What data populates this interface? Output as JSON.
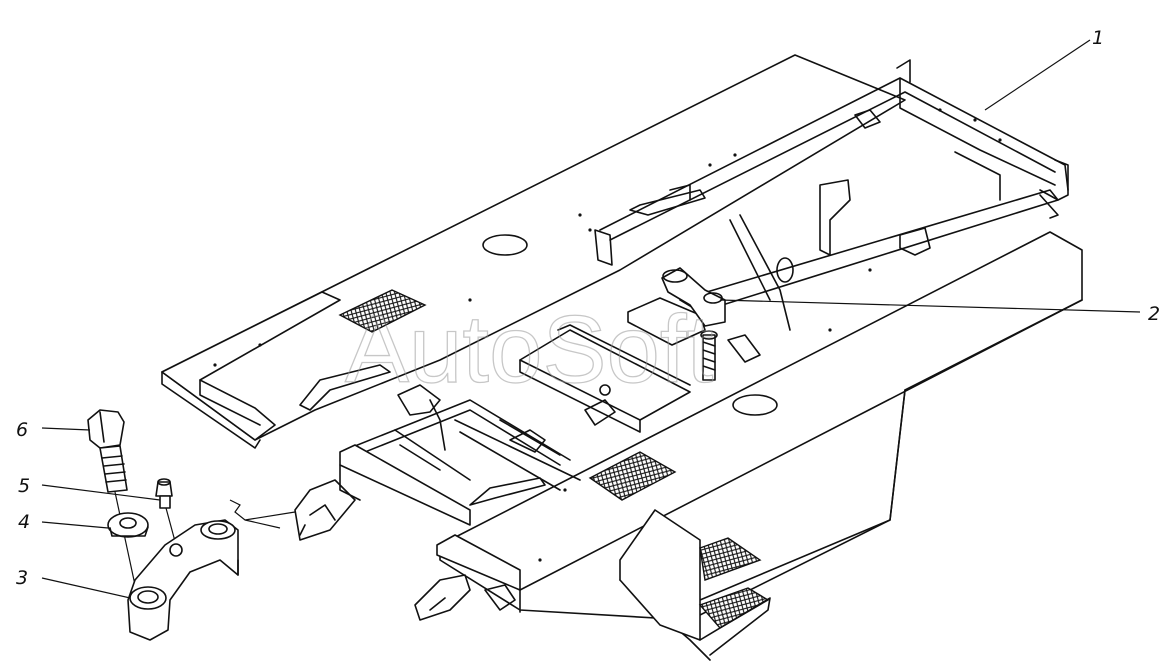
{
  "figure": {
    "watermark": "AutoSoft",
    "colors": {
      "line": "#111111",
      "paper": "#ffffff",
      "watermark": "#9a9a9a"
    }
  },
  "callouts": [
    {
      "id": "1",
      "label": "1"
    },
    {
      "id": "2",
      "label": "2"
    },
    {
      "id": "3",
      "label": "3"
    },
    {
      "id": "4",
      "label": "4"
    },
    {
      "id": "5",
      "label": "5"
    },
    {
      "id": "6",
      "label": "6"
    }
  ]
}
